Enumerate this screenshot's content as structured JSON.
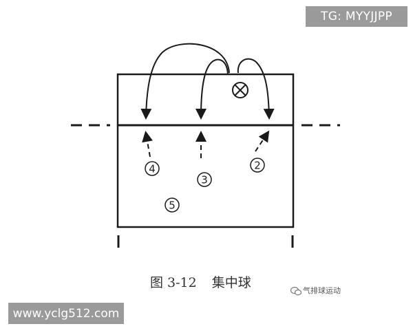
{
  "watermark_top": "TG: MYYJJPP",
  "watermark_bottom": "www.yclg512.com",
  "figure": {
    "number": "图 3-12",
    "title": "集中球"
  },
  "source_badge": "气排球运动",
  "players": [
    {
      "id": "player-2",
      "label": "2"
    },
    {
      "id": "player-3",
      "label": "3"
    },
    {
      "id": "player-4",
      "label": "4"
    },
    {
      "id": "player-5",
      "label": "5"
    }
  ],
  "colors": {
    "line": "#1a1a1a",
    "badge_bg": "#9a9a9a",
    "badge_text": "#ffffff"
  }
}
